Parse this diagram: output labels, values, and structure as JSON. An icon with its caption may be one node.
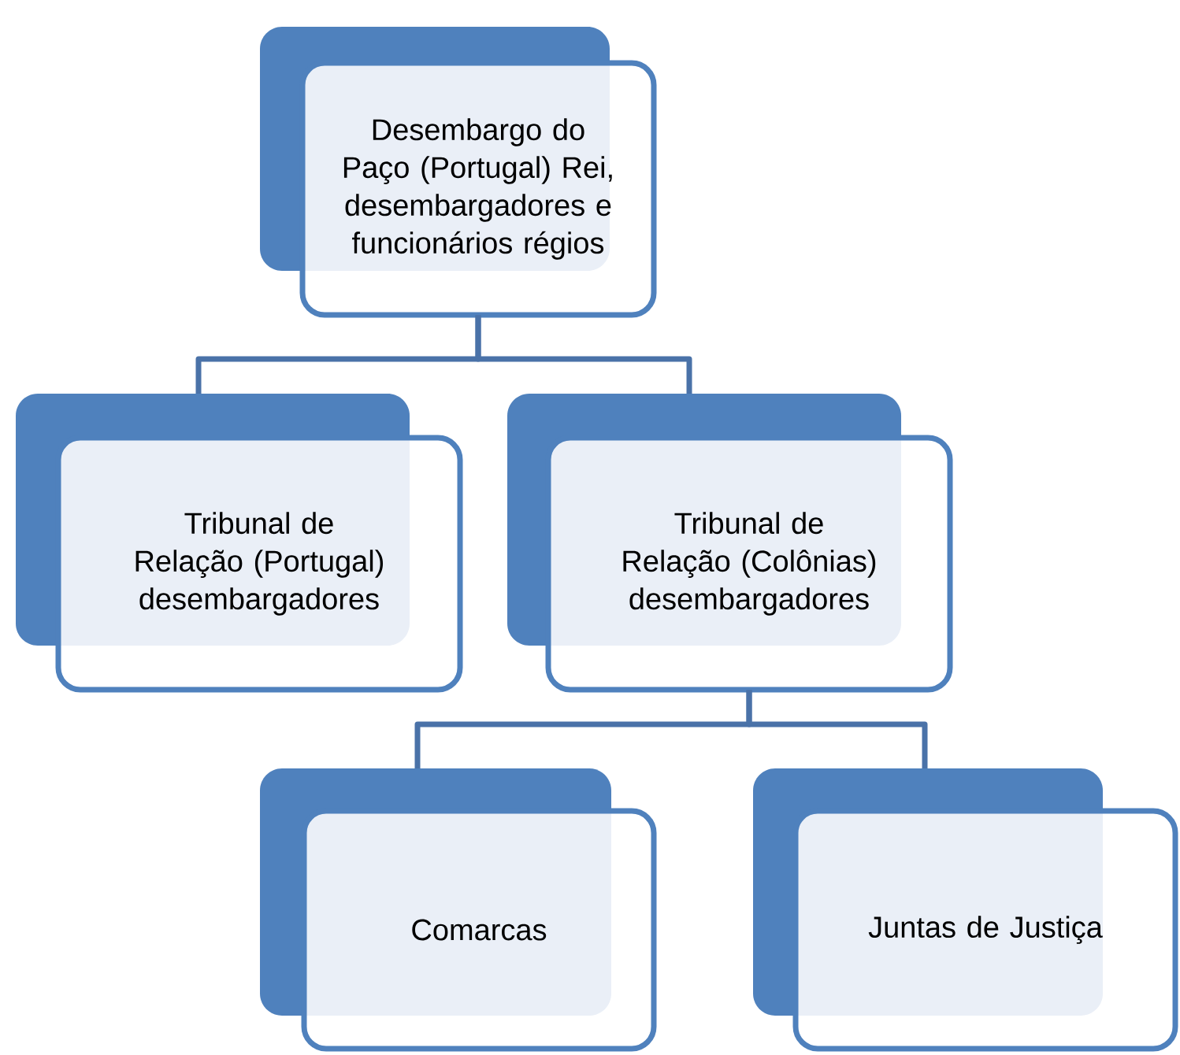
{
  "diagram": {
    "nodes": [
      {
        "text": [
          "Desembargo do Paço (Portugal) Rei, desembargadores e funcionários régios"
        ]
      },
      {
        "text": [
          "Tribunal de Relação (Portugal) desembargadores"
        ]
      },
      {
        "text": [
          "Tribunal de Relação (Colônias) desembargadores"
        ]
      },
      {
        "text": [
          "Comarcas"
        ]
      },
      {
        "text": [
          "Juntas de Justiça"
        ]
      }
    ],
    "edges": [
      {
        "from": 0,
        "to": 1,
        "arrow": "none"
      },
      {
        "from": 0,
        "to": 2,
        "arrow": "none"
      },
      {
        "from": 2,
        "to": 3,
        "arrow": "none"
      },
      {
        "from": 2,
        "to": 4,
        "arrow": "none"
      }
    ]
  }
}
